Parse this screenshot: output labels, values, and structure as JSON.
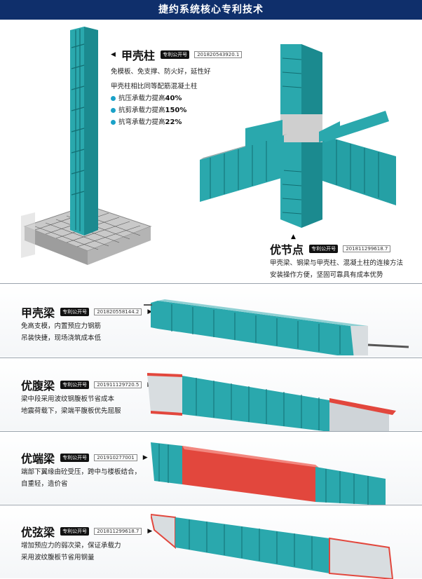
{
  "header": {
    "title": "捷约系统核心专利技术"
  },
  "patent_badge": "专利公开号",
  "column": {
    "title": "甲壳柱",
    "patent_no": "201820543920.1",
    "line1": "免模板、免支撑、防火好，延性好",
    "line2": "甲壳柱相比同等配筋混凝土柱",
    "bullets": [
      {
        "prefix": "抗压承载力提高",
        "value": "40%"
      },
      {
        "prefix": "抗剪承载力提高",
        "value": "150%"
      },
      {
        "prefix": "抗弯承载力提高",
        "value": "22%"
      }
    ],
    "marker": "◀"
  },
  "joint": {
    "title": "优节点",
    "patent_no": "201811299618.7",
    "marker": "▲",
    "line1": "甲壳梁、钢梁与甲壳柱、混凝土柱的连接方法",
    "line2": "安装操作方便，坚固可靠具有成本优势"
  },
  "beams": [
    {
      "title": "甲壳梁",
      "patent_no": "201820558144.2",
      "marker": "▶",
      "line1": "免高支模，内置预应力钢筋",
      "line2": "吊装快捷，现场浇筑成本低"
    },
    {
      "title": "优腹梁",
      "patent_no": "201911129720.5",
      "marker": "▶",
      "line1": "梁中段采用波纹钢腹板节省成本",
      "line2": "地震荷载下，梁端平腹板优先屈服"
    },
    {
      "title": "优端梁",
      "patent_no": "201910277001",
      "marker": "▶",
      "line1": "端部下翼缘由砼受压，跨中与楼板结合，",
      "line2": "自重轻，造价省"
    },
    {
      "title": "优弦梁",
      "patent_no": "201811299618.7",
      "marker": "▶",
      "line1": "增加预应力的弱次梁，保证承载力",
      "line2": "采用波纹腹板节省用钢量"
    }
  ],
  "colors": {
    "header": "#0f2f6b",
    "teal": "#27a3a8",
    "bullet": "#1aa1c8",
    "red": "#e2473d"
  }
}
